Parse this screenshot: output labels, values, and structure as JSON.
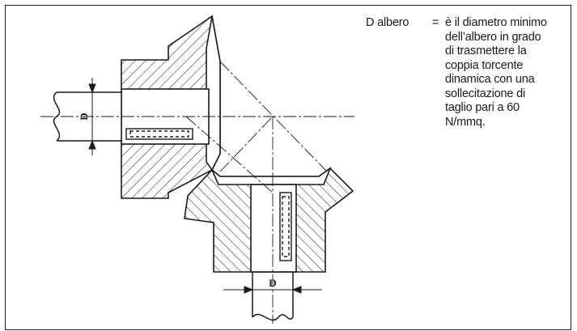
{
  "diagram": {
    "dimension_left": "D",
    "dimension_bottom": "D"
  },
  "note": {
    "term": "D albero",
    "equals": "=",
    "lines": [
      "è il diametro minimo",
      "dell’albero in grado",
      "di trasmettere la",
      "coppia torcente",
      "dinamica con una",
      "sollecitazione di",
      "taglio pari a 60",
      "N/mmq."
    ]
  },
  "colors": {
    "ink": "#1a1a1a",
    "paper": "#ffffff"
  }
}
